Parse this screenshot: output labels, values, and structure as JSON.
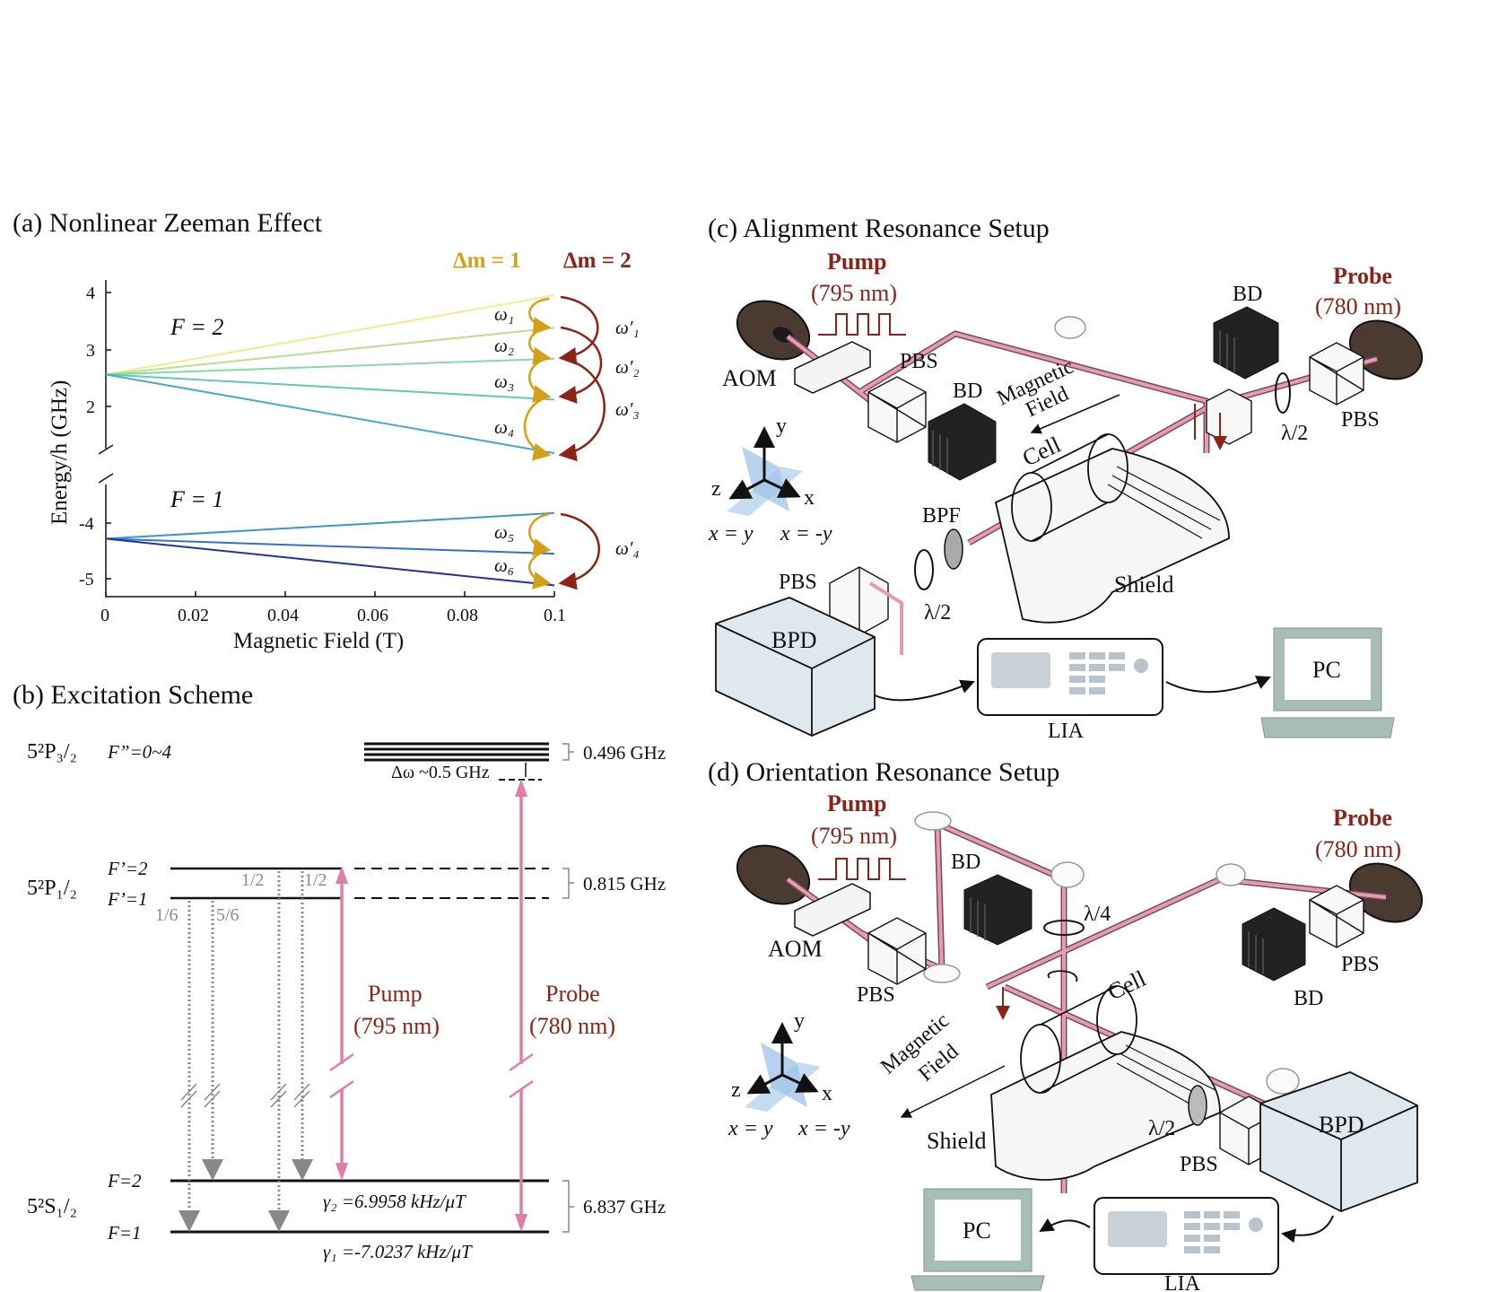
{
  "panel_a": {
    "title": "(a) Nonlinear Zeeman Effect",
    "dm1": "Δm = 1",
    "dm2": "Δm = 2",
    "ylabel": "Energy/h (GHz)",
    "xlabel": "Magnetic Field (T)",
    "xticks": [
      "0",
      "0.02",
      "0.04",
      "0.06",
      "0.08",
      "0.1"
    ],
    "yticks_upper": [
      "4",
      "3",
      "2"
    ],
    "yticks_lower": [
      "-4",
      "-5"
    ],
    "f2": "F = 2",
    "f1": "F = 1",
    "omega": [
      "ω₁",
      "ω₂",
      "ω₃",
      "ω₄",
      "ω₅",
      "ω₆"
    ],
    "omega_p": [
      "ω′₁",
      "ω′₂",
      "ω′₃",
      "ω′₄"
    ],
    "colors": {
      "dm1": "#d4a017",
      "dm2": "#8b2318"
    }
  },
  "chart_data": {
    "type": "line",
    "xlabel": "Magnetic Field (T)",
    "ylabel": "Energy/h (GHz)",
    "xlim": [
      0,
      0.1
    ],
    "series": [
      {
        "x": [
          0,
          0.1
        ],
        "y": [
          2.56,
          3.95
        ],
        "color": "#f2ea8c"
      },
      {
        "x": [
          0,
          0.1
        ],
        "y": [
          2.56,
          3.38
        ],
        "color": "#b9e08f"
      },
      {
        "x": [
          0,
          0.1
        ],
        "y": [
          2.56,
          2.84
        ],
        "color": "#86d9a6"
      },
      {
        "x": [
          0,
          0.1
        ],
        "y": [
          2.56,
          2.12
        ],
        "color": "#65c7b4"
      },
      {
        "x": [
          0,
          0.1
        ],
        "y": [
          2.56,
          1.18
        ],
        "color": "#4aa8cf"
      },
      {
        "x": [
          0,
          0.1
        ],
        "y": [
          -4.28,
          -3.82
        ],
        "color": "#3f94cc"
      },
      {
        "x": [
          0,
          0.1
        ],
        "y": [
          -4.28,
          -4.55
        ],
        "color": "#3573c2"
      },
      {
        "x": [
          0,
          0.1
        ],
        "y": [
          -4.28,
          -5.12
        ],
        "color": "#22339c"
      }
    ]
  },
  "panel_b": {
    "title": "(b) Excitation Scheme",
    "p32": "5²P₃/₂",
    "p32_f": "F”=0~4",
    "p12": "5²P₁/₂",
    "p12_f2": "F’=2",
    "p12_f1": "F’=1",
    "s12": "5²S₁/₂",
    "s_f2": "F=2",
    "s_f1": "F=1",
    "delta": "Δω ~0.5 GHz",
    "ghz_top": "0.496 GHz",
    "ghz_mid": "0.815 GHz",
    "ghz_bot": "6.837 GHz",
    "frac_16": "1/6",
    "frac_56": "5/6",
    "frac_12a": "1/2",
    "frac_12b": "1/2",
    "pump": "Pump",
    "pump_nm": "(795 nm)",
    "probe": "Probe",
    "probe_nm": "(780 nm)",
    "gamma2": "γ₂ =6.9958 kHz/μT",
    "gamma1": "γ₁ =-7.0237 kHz/μT",
    "colors": {
      "laser": "#e07ea6",
      "decay": "#888888"
    }
  },
  "panel_c": {
    "title": "(c) Alignment Resonance Setup",
    "pump": "Pump",
    "pump_nm": "(795 nm)",
    "probe": "Probe",
    "probe_nm": "(780 nm)",
    "aom": "AOM",
    "pbs1": "PBS",
    "bd1": "BD",
    "bd2": "BD",
    "pbs2": "PBS",
    "half1": "λ/2",
    "magnetic": "Magnetic",
    "field": "Field",
    "cell": "Cell",
    "bpf": "BPF",
    "pbs3": "PBS",
    "half2": "λ/2",
    "shield": "Shield",
    "bpd": "BPD",
    "lia": "LIA",
    "pc": "PC",
    "axis_y": "y",
    "axis_z": "z",
    "axis_x": "x",
    "xy": "x = y",
    "xny": "x = -y"
  },
  "panel_d": {
    "title": "(d) Orientation Resonance Setup",
    "pump": "Pump",
    "pump_nm": "(795 nm)",
    "probe": "Probe",
    "probe_nm": "(780 nm)",
    "aom": "AOM",
    "bd1": "BD",
    "quarter": "λ/4",
    "pbs1": "PBS",
    "cell": "Cell",
    "pbs2": "PBS",
    "bd2": "BD",
    "magnetic": "Magnetic",
    "field": "Field",
    "shield": "Shield",
    "half": "λ/2",
    "pbs3": "PBS",
    "bpd": "BPD",
    "pc": "PC",
    "lia": "LIA",
    "axis_y": "y",
    "axis_z": "z",
    "axis_x": "x",
    "xy": "x = y",
    "xny": "x = -y"
  }
}
